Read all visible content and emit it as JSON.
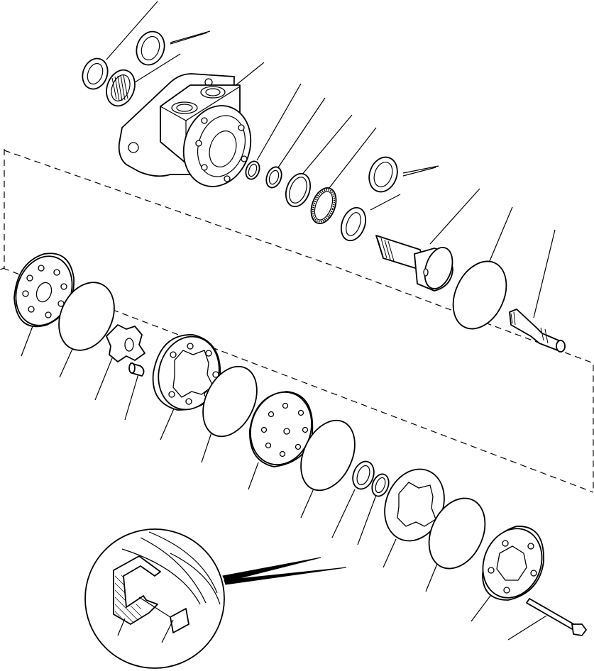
{
  "figure": {
    "title": "",
    "parts": [
      "seal-ring-top",
      "seal-ring-pair",
      "needle-bearing",
      "housing",
      "o-ring-small",
      "washer",
      "thrust-washer",
      "thrust-bearing",
      "shaft-seal-pair",
      "output-shaft",
      "large-o-ring",
      "drive-link",
      "end-plate",
      "o-ring-a",
      "star-rotor",
      "pin",
      "gerotor-set",
      "o-ring-b",
      "valve-plate",
      "o-ring-c",
      "bearing-small",
      "seal-small",
      "spacer-plate",
      "o-ring-d",
      "end-cap",
      "bolt",
      "seal-detail"
    ]
  }
}
